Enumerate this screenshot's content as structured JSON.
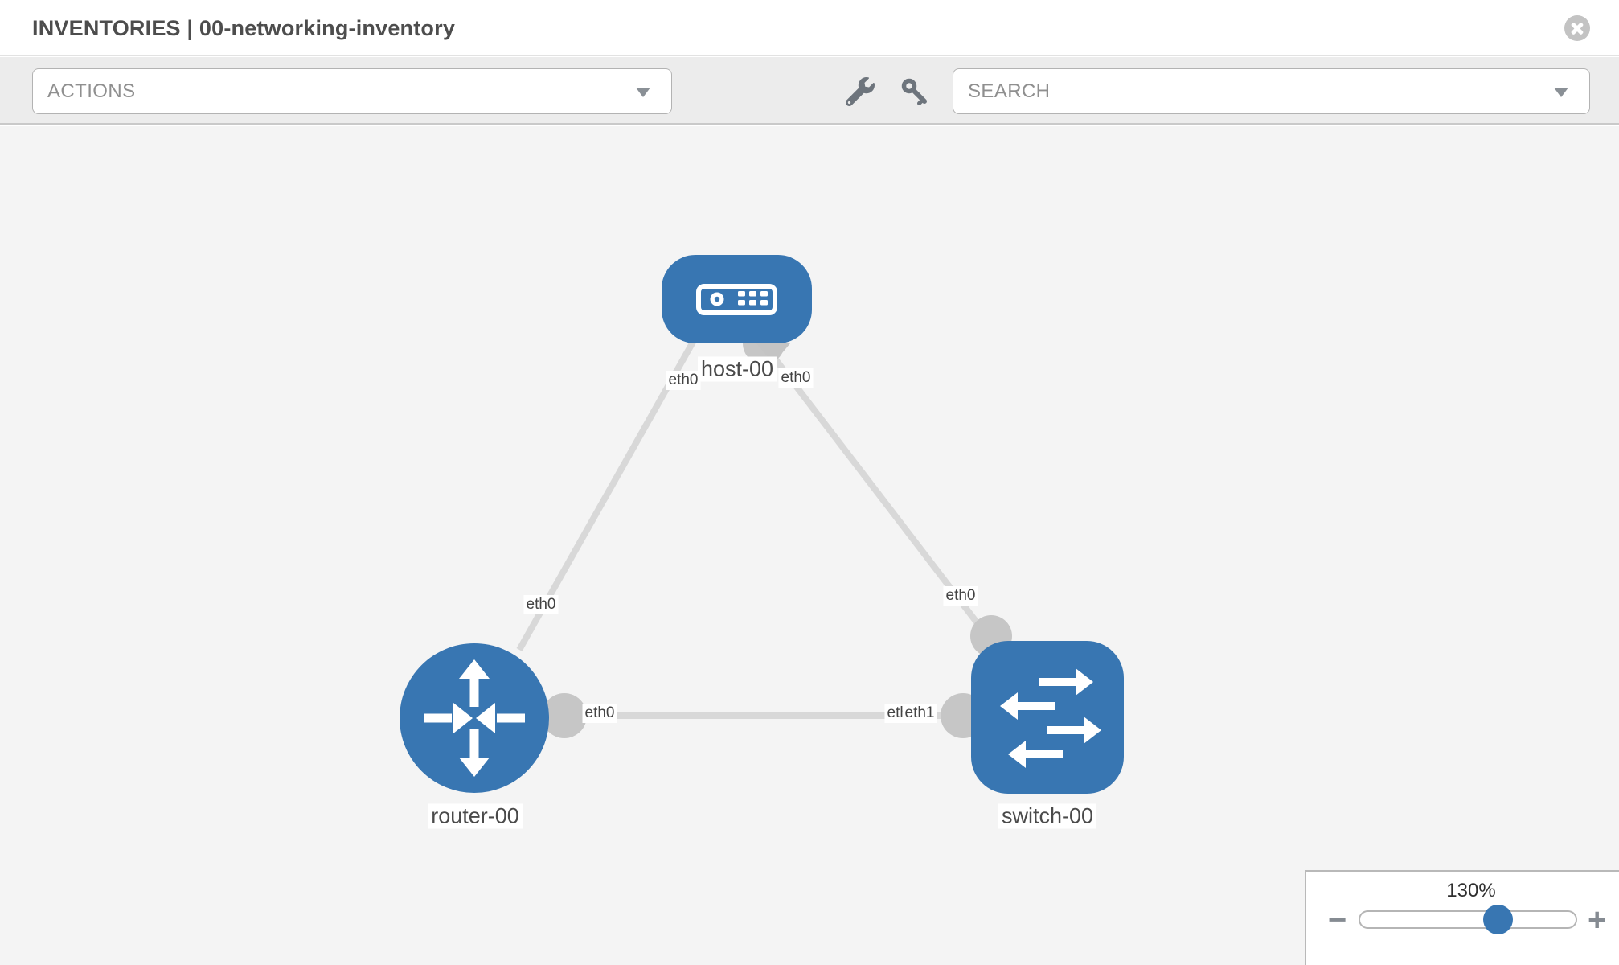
{
  "header": {
    "title": "INVENTORIES | 00-networking-inventory"
  },
  "toolbar": {
    "actions": {
      "label": "ACTIONS"
    },
    "search": {
      "placeholder": "SEARCH"
    },
    "icons": [
      "wrench-icon",
      "key-icon"
    ]
  },
  "graph": {
    "nodes": [
      {
        "label": "host-00",
        "type": "host"
      },
      {
        "label": "router-00",
        "type": "router"
      },
      {
        "label": "switch-00",
        "type": "switch"
      }
    ],
    "links": [
      {
        "from": "host-00",
        "from_iface": "eth0",
        "to": "router-00",
        "to_iface": "eth0"
      },
      {
        "from": "host-00",
        "from_iface": "eth0",
        "to": "switch-00",
        "to_iface": "eth0"
      },
      {
        "from": "router-00",
        "from_iface": "eth0",
        "to": "switch-00",
        "to_iface": "eth1"
      }
    ],
    "iface_labels": [
      {
        "text": "eth0"
      },
      {
        "text": "eth0"
      },
      {
        "text": "eth0"
      },
      {
        "text": "eth0"
      },
      {
        "text": "eth0"
      },
      {
        "text": "eth1"
      },
      {
        "text": "eth0"
      }
    ]
  },
  "zoom_control": {
    "level": "130%",
    "minus": "−",
    "plus": "+"
  },
  "colors": {
    "node_blue": "#3876b2",
    "link_gray": "#d8d8d8",
    "endpoint_gray": "#c6c6c6",
    "toolbar_bg": "#ececec",
    "canvas_bg": "#f4f4f4",
    "icon_gray": "#6d747c"
  }
}
